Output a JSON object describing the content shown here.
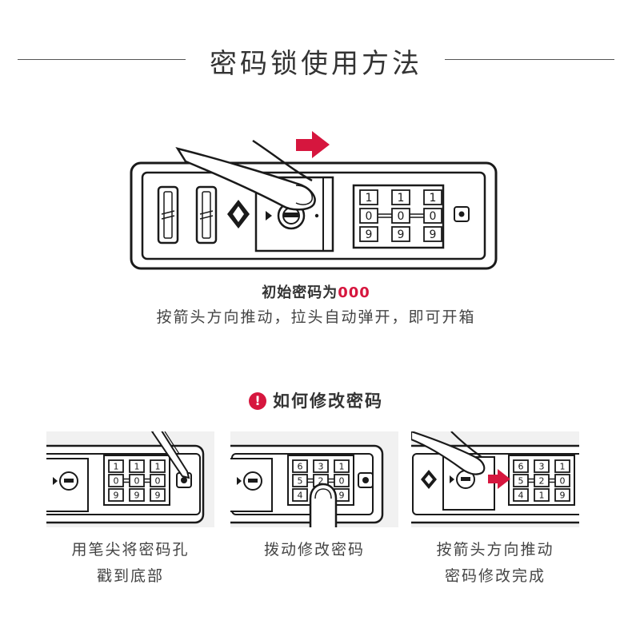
{
  "title": "密码锁使用方法",
  "main_caption_prefix": "初始密码为",
  "main_caption_code": "000",
  "main_caption_sub": "按箭头方向推动，拉头自动弹开，即可开箱",
  "how_title": "如何修改密码",
  "warn_symbol": "!",
  "dials_main": [
    [
      "1",
      "0",
      "9"
    ],
    [
      "1",
      "0",
      "9"
    ],
    [
      "1",
      "0",
      "9"
    ]
  ],
  "dials_step1": [
    [
      "1",
      "0",
      "9"
    ],
    [
      "1",
      "0",
      "9"
    ],
    [
      "1",
      "0",
      "9"
    ]
  ],
  "dials_step2": [
    [
      "6",
      "5",
      "4"
    ],
    [
      "3",
      "2",
      "1"
    ],
    [
      "1",
      "0",
      "9"
    ]
  ],
  "dials_step3": [
    [
      "6",
      "5",
      "4"
    ],
    [
      "3",
      "2",
      "1"
    ],
    [
      "1",
      "0",
      "9"
    ]
  ],
  "steps": [
    {
      "line1": "用笔尖将密码孔",
      "line2": "戳到底部"
    },
    {
      "line1": "拨动修改密码",
      "line2": ""
    },
    {
      "line1": "按箭头方向推动",
      "line2": "密码修改完成"
    }
  ],
  "colors": {
    "accent": "#d6163e",
    "ink": "#1a1a1a",
    "panel": "#f1f1f1"
  },
  "icons": [
    "push-arrow-icon",
    "finger-icon",
    "pen-icon",
    "reset-hole-icon",
    "warning-icon"
  ]
}
